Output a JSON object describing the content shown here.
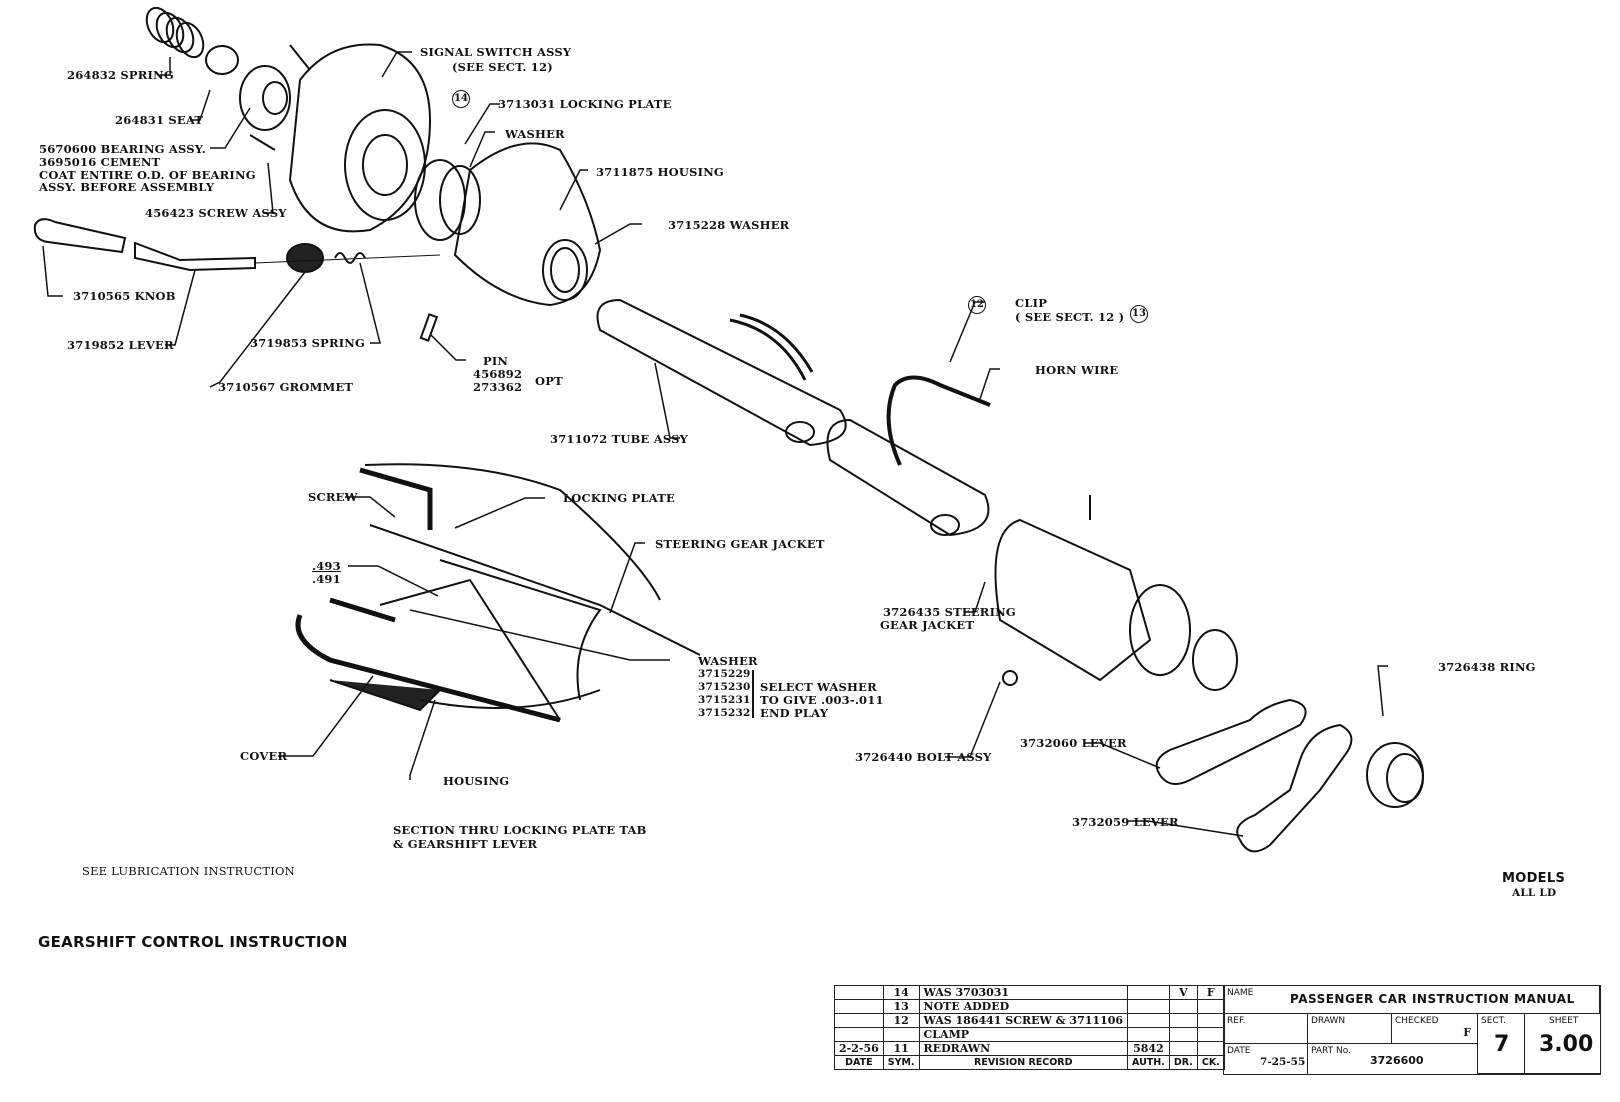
{
  "drawing": {
    "title": "GEARSHIFT CONTROL  INSTRUCTION",
    "note": "SEE LUBRICATION INSTRUCTION",
    "models_heading": "MODELS",
    "models_value": "ALL LD",
    "section_caption_1": "SECTION THRU LOCKING PLATE TAB",
    "section_caption_2": "& GEARSHIFT LEVER"
  },
  "callouts": {
    "spring_264832": "264832 SPRING",
    "seat_264831": "264831 SEAT",
    "bearing_1": "5670600 BEARING ASSY.",
    "bearing_2": "3695016 CEMENT",
    "bearing_3": "COAT ENTIRE O.D. OF BEARING",
    "bearing_4": "ASSY. BEFORE ASSEMBLY",
    "screw_assy": "456423 SCREW ASSY",
    "signal_switch_1": "SIGNAL SWITCH ASSY",
    "signal_switch_2": "(SEE SECT. 12)",
    "locking_plate": "3713031 LOCKING PLATE",
    "rev_14": "14",
    "washer": "WASHER",
    "housing": "3711875 HOUSING",
    "washer_3715228": "3715228 WASHER",
    "knob": "3710565 KNOB",
    "lever_3719852": "3719852 LEVER",
    "spring_3719853": "3719853 SPRING",
    "grommet": "3710567 GROMMET",
    "pin": "PIN",
    "pin_1": "456892",
    "pin_2": "273362",
    "pin_opt": "OPT",
    "tube_assy": "3711072  TUBE ASSY",
    "rev_12": "12",
    "clip_1": "CLIP",
    "clip_2": "( SEE SECT. 12 )",
    "rev_13": "13",
    "horn_wire": "HORN WIRE",
    "sec_screw": "SCREW",
    "sec_locking_plate": "LOCKING PLATE",
    "sec_steering_jacket": "STEERING GEAR JACKET",
    "dim_top": ".493",
    "dim_bottom": ".491",
    "sec_washer": "WASHER",
    "washer_list": [
      "3715229",
      "3715230",
      "3715231",
      "3715232"
    ],
    "select_1": "SELECT WASHER",
    "select_2": "TO GIVE .003-.011",
    "select_3": "END PLAY",
    "cover": "COVER",
    "sec_housing": "HOUSING",
    "steering_jacket_1": "3726435 STEERING",
    "steering_jacket_2": "GEAR JACKET",
    "bolt_assy": "3726440 BOLT ASSY",
    "lever_3732060": "3732060  LEVER",
    "lever_3732059": "3732059 LEVER",
    "ring": "3726438 RING"
  },
  "revision_table": {
    "rows": [
      {
        "date": "",
        "sym": "14",
        "record": "WAS 3703031",
        "auth": "",
        "dr": "V",
        "ck": "F"
      },
      {
        "date": "",
        "sym": "13",
        "record": "NOTE ADDED",
        "auth": "",
        "dr": "",
        "ck": ""
      },
      {
        "date": "",
        "sym": "12",
        "record": "WAS 186441 SCREW & 3711106",
        "auth": "",
        "dr": "",
        "ck": ""
      },
      {
        "date": "",
        "sym": "",
        "record": "CLAMP",
        "auth": "",
        "dr": "",
        "ck": ""
      },
      {
        "date": "2-2-56",
        "sym": "11",
        "record": "REDRAWN",
        "auth": "5842",
        "dr": "",
        "ck": ""
      }
    ],
    "headers": {
      "date": "DATE",
      "sym": "SYM.",
      "record": "REVISION RECORD",
      "auth": "AUTH.",
      "dr": "DR.",
      "ck": "CK."
    }
  },
  "title_block": {
    "name_label": "NAME",
    "name_value": "PASSENGER CAR INSTRUCTION MANUAL",
    "ref_label": "REF.",
    "drawn_label": "DRAWN",
    "checked_label": "CHECKED",
    "checked_value": "F",
    "sect_label": "SECT.",
    "sect_value": "7",
    "sheet_label": "SHEET",
    "sheet_value": "3.00",
    "date_label": "DATE",
    "date_value": "7-25-55",
    "part_label": "PART No.",
    "part_value": "3726600"
  }
}
